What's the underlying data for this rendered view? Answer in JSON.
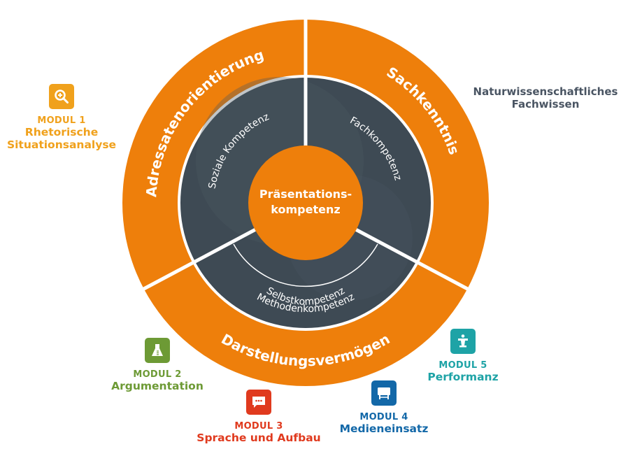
{
  "colors": {
    "orange": "#ee7f0b",
    "dark": "#3e4a54",
    "white": "#ffffff",
    "modul1": "#f0a11c",
    "modul2": "#6d9a35",
    "modul3": "#e03a1e",
    "modul4": "#1368a8",
    "modul5": "#1ea3a6",
    "side_text": "#4a5563"
  },
  "center": {
    "line1": "Präsentations-",
    "line2": "kompetenz"
  },
  "outer_ring": {
    "left": "Adressatenorientierung",
    "right": "Sachkenntnis",
    "bottom": "Darstellungsvermögen"
  },
  "inner_ring": {
    "left": "Soziale Kompetenz",
    "right": "Fachkompetenz",
    "bottom_inner": "Selbstkompetenz",
    "bottom_outer": "Methodenkompetenz"
  },
  "side_label": {
    "line1": "Naturwissenschaftliches",
    "line2": "Fachwissen"
  },
  "modules": [
    {
      "num": "MODUL 1",
      "title_lines": [
        "Rhetorische",
        "Situationsanalyse"
      ],
      "icon": "magnifier-plus-icon"
    },
    {
      "num": "MODUL 2",
      "title_lines": [
        "Argumentation"
      ],
      "icon": "flask-icon"
    },
    {
      "num": "MODUL 3",
      "title_lines": [
        "Sprache und Aufbau"
      ],
      "icon": "speech-bubble-icon"
    },
    {
      "num": "MODUL 4",
      "title_lines": [
        "Medieneinsatz"
      ],
      "icon": "whiteboard-icon"
    },
    {
      "num": "MODUL 5",
      "title_lines": [
        "Performanz"
      ],
      "icon": "lectern-icon"
    }
  ]
}
